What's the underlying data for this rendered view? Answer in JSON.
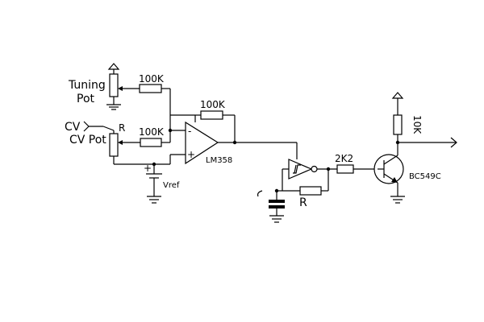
{
  "labels": {
    "tuning_pot": [
      "Tuning",
      "Pot"
    ],
    "cv_in": "CV",
    "cv_pot": "CV Pot",
    "r_pot": "R",
    "r_in_tuning": "100K",
    "r_in_cv": "100K",
    "r_feedback": "100K",
    "opamp": "LM358",
    "opamp_minus": "-",
    "opamp_plus": "+",
    "vref": "Vref",
    "r_output_base": "2K2",
    "r_schmitt_fb": "R",
    "r_collector": "10K",
    "transistor": "BC549C"
  },
  "icons": [
    "ground-icon",
    "power-rail-arrow-icon",
    "schmitt-trigger-symbol",
    "npn-transistor-symbol",
    "output-arrow-icon"
  ]
}
